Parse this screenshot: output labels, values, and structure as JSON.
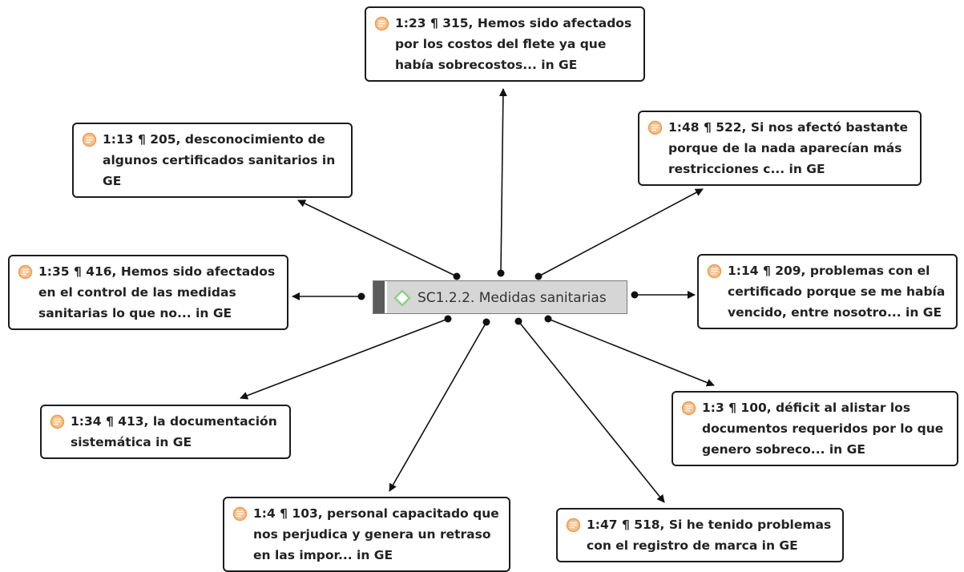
{
  "center_code": {
    "label": "SC1.2.2. Medidas sanitarias",
    "icon": "code-diamond-icon",
    "accent_color": "#8fd18a"
  },
  "quotations": [
    {
      "id": "q-1-23",
      "text": "1:23 ¶ 315, Hemos sido afectados por los costos del flete ya que había sobrecostos... in GE"
    },
    {
      "id": "q-1-13",
      "text": "1:13 ¶ 205, desconocimiento de algunos certificados sanitarios in GE"
    },
    {
      "id": "q-1-48",
      "text": "1:48 ¶ 522, Si nos afectó bastante porque de la nada aparecían más restricciones c... in GE"
    },
    {
      "id": "q-1-35",
      "text": "1:35 ¶ 416, Hemos sido afectados en el control de las medidas sanitarias lo que no... in GE"
    },
    {
      "id": "q-1-14",
      "text": "1:14 ¶ 209, problemas con el certificado porque se me había vencido, entre nosotro... in GE"
    },
    {
      "id": "q-1-34",
      "text": "1:34 ¶ 413, la documentación sistemática in GE"
    },
    {
      "id": "q-1-3",
      "text": "1:3 ¶ 100, déficit al alistar los documentos requeridos por lo que genero sobreco... in GE"
    },
    {
      "id": "q-1-4",
      "text": "1:4 ¶ 103, personal capacitado que nos perjudica y genera un retraso en las impor... in GE"
    },
    {
      "id": "q-1-47",
      "text": "1:47 ¶ 518, Si he tenido problemas con el registro de marca in GE"
    }
  ],
  "quotation_icon": "quotation-icon",
  "quotation_icon_color": "#f0a259",
  "link_color": "#111111"
}
